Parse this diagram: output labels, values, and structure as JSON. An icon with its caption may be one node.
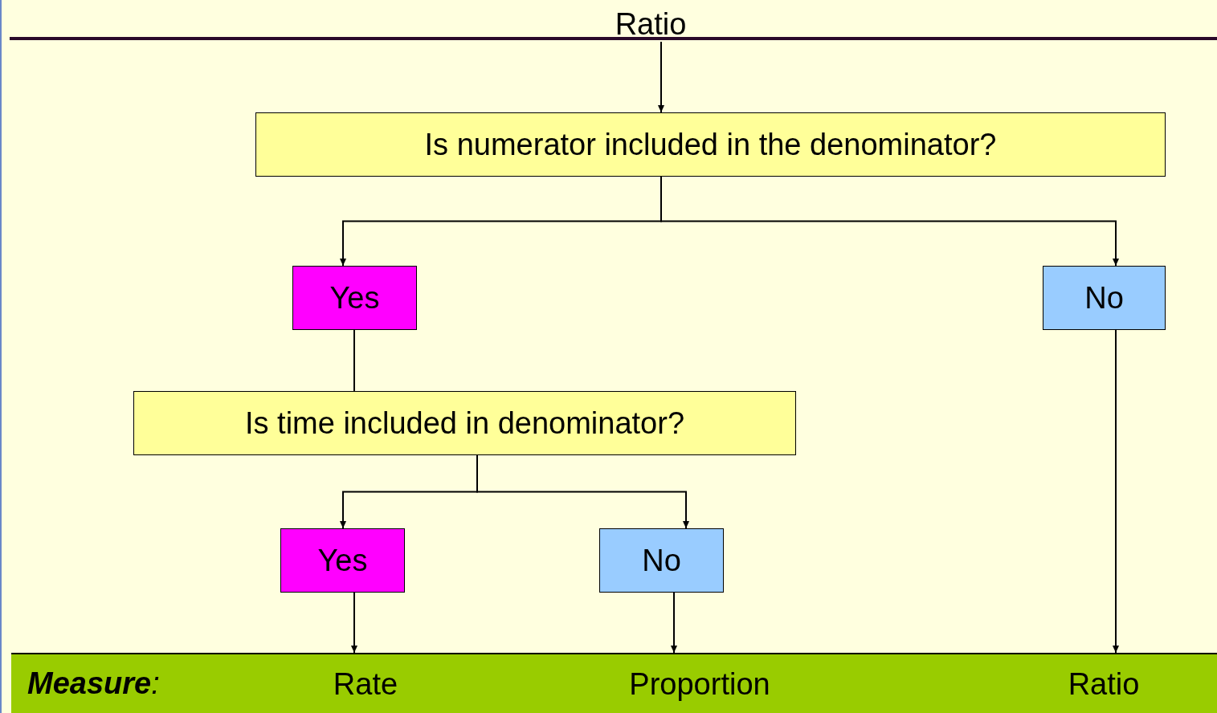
{
  "diagram": {
    "nodes": [
      {
        "text": [
          "Ratio"
        ]
      },
      {
        "text": [
          "Is numerator included in the denominator?"
        ]
      },
      {
        "text": [
          "Yes"
        ]
      },
      {
        "text": [
          "No"
        ]
      },
      {
        "text": [
          "Is time included in denominator?"
        ]
      },
      {
        "text": [
          "Yes"
        ]
      },
      {
        "text": [
          "No"
        ]
      },
      {
        "text": [
          "**Measure**:"
        ]
      },
      {
        "text": [
          "Rate"
        ],
        "in": 7
      },
      {
        "text": [
          "Proportion"
        ],
        "in": 7
      },
      {
        "text": [
          "Ratio"
        ],
        "in": 7
      }
    ],
    "edges": [
      {
        "from": 0,
        "to": 1,
        "arrow": "to"
      },
      {
        "from": 1,
        "to": 2,
        "arrow": "to"
      },
      {
        "from": 1,
        "to": 3,
        "arrow": "to"
      },
      {
        "from": 2,
        "to": 4,
        "arrow": "none"
      },
      {
        "from": 4,
        "to": 5,
        "arrow": "to"
      },
      {
        "from": 4,
        "to": 6,
        "arrow": "to"
      },
      {
        "from": 5,
        "to": 8,
        "arrow": "to"
      },
      {
        "from": 6,
        "to": 9,
        "arrow": "to"
      },
      {
        "from": 3,
        "to": 10,
        "arrow": "to"
      }
    ]
  }
}
